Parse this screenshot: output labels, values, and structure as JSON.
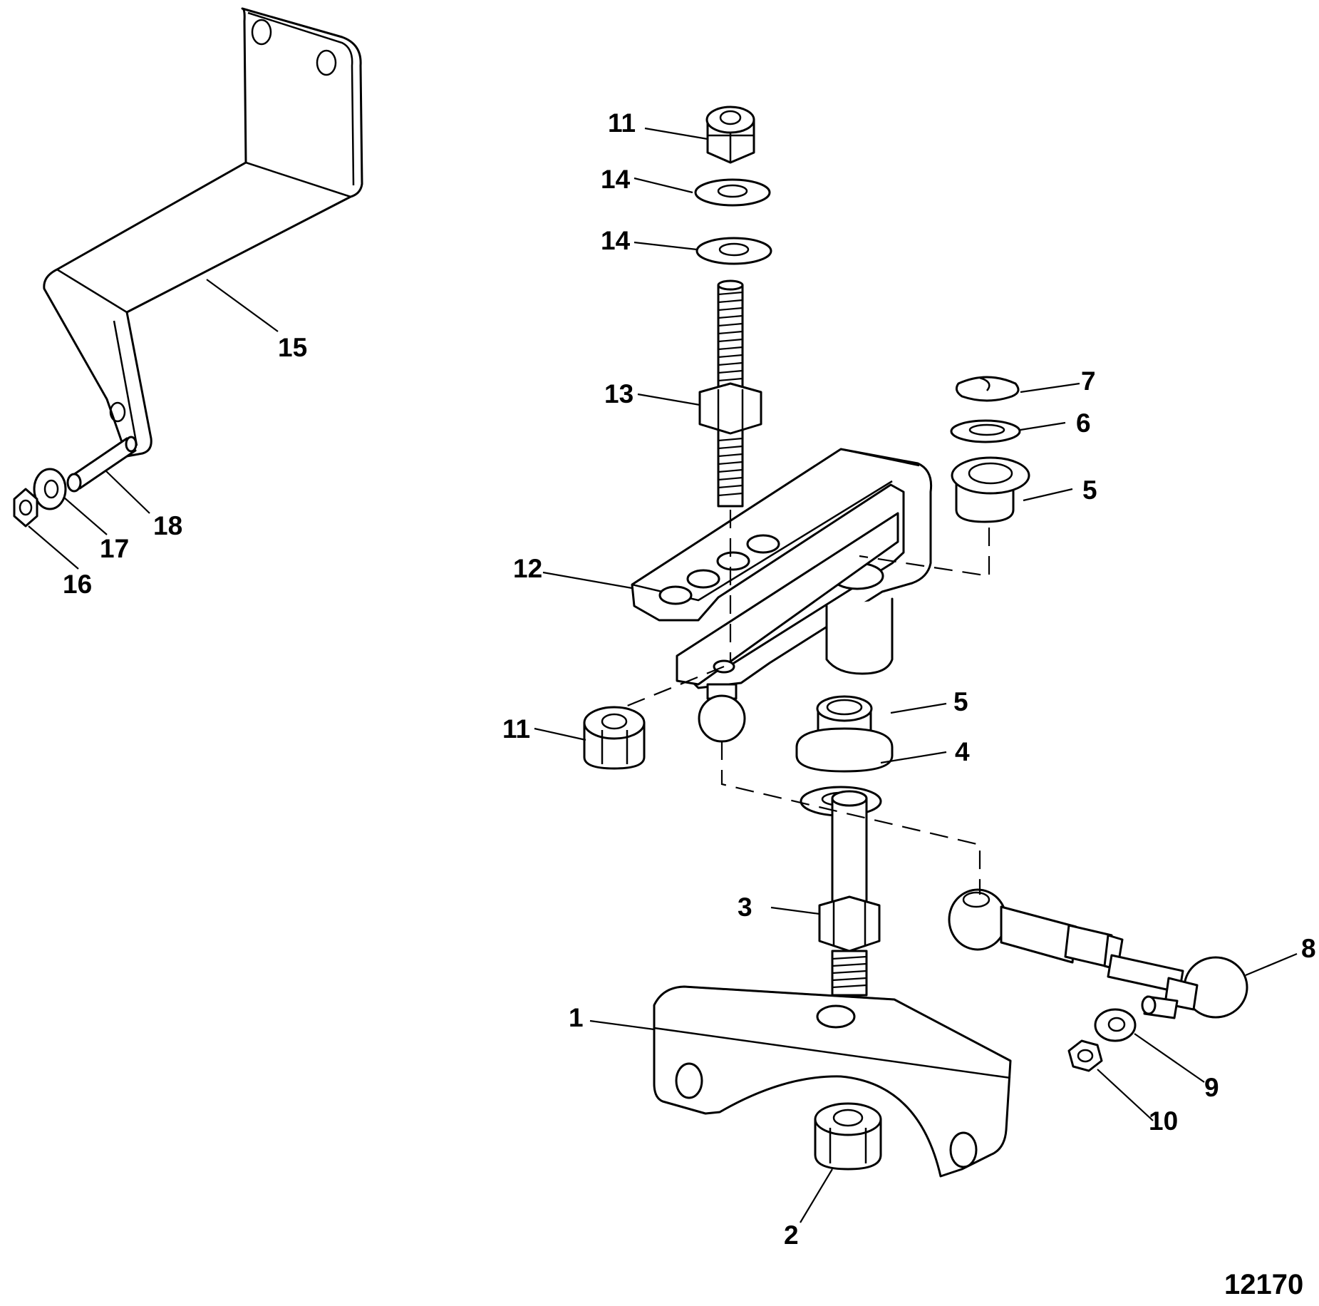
{
  "figure_number": "12170",
  "callouts": {
    "c1": "1",
    "c2": "2",
    "c3": "3",
    "c4": "4",
    "c5a": "5",
    "c5b": "5",
    "c6": "6",
    "c7": "7",
    "c8": "8",
    "c9": "9",
    "c10": "10",
    "c11a": "11",
    "c11b": "11",
    "c12": "12",
    "c13": "13",
    "c14a": "14",
    "c14b": "14",
    "c15": "15",
    "c16": "16",
    "c17": "17",
    "c18": "18"
  }
}
